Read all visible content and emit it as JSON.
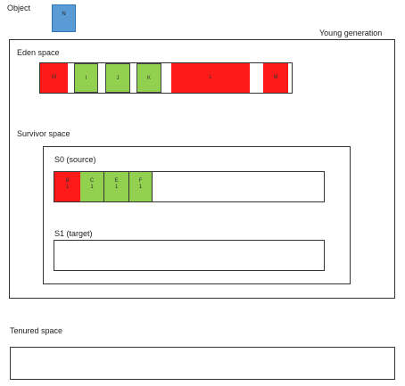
{
  "object": {
    "label": "Object",
    "block_label": "N",
    "color": "#5b9bd5"
  },
  "young_generation": {
    "label": "Young generation"
  },
  "eden": {
    "label": "Eden space",
    "cells": [
      {
        "label": "M",
        "state": "unreachable"
      },
      {
        "label": "",
        "state": "free"
      },
      {
        "label": "I",
        "state": "live"
      },
      {
        "label": "",
        "state": "free"
      },
      {
        "label": "J",
        "state": "live"
      },
      {
        "label": "",
        "state": "free"
      },
      {
        "label": "K",
        "state": "live"
      },
      {
        "label": "",
        "state": "free"
      },
      {
        "label": "L",
        "state": "unreachable"
      },
      {
        "label": "",
        "state": "free"
      },
      {
        "label": "M",
        "state": "unreachable"
      },
      {
        "label": "",
        "state": "free"
      }
    ]
  },
  "survivor": {
    "label": "Survivor space",
    "s0": {
      "label": "S0 (source)",
      "cells": [
        {
          "label": "B",
          "age": "1",
          "state": "unreachable"
        },
        {
          "label": "C",
          "age": "1",
          "state": "live"
        },
        {
          "label": "E",
          "age": "1",
          "state": "live"
        },
        {
          "label": "F",
          "age": "1",
          "state": "live"
        }
      ]
    },
    "s1": {
      "label": "S1 (target)"
    }
  },
  "tenured": {
    "label": "Tenured space"
  },
  "colors": {
    "live": "#92d050",
    "unreachable": "#ff1a1a",
    "free": "#ffffff",
    "object": "#5b9bd5"
  }
}
